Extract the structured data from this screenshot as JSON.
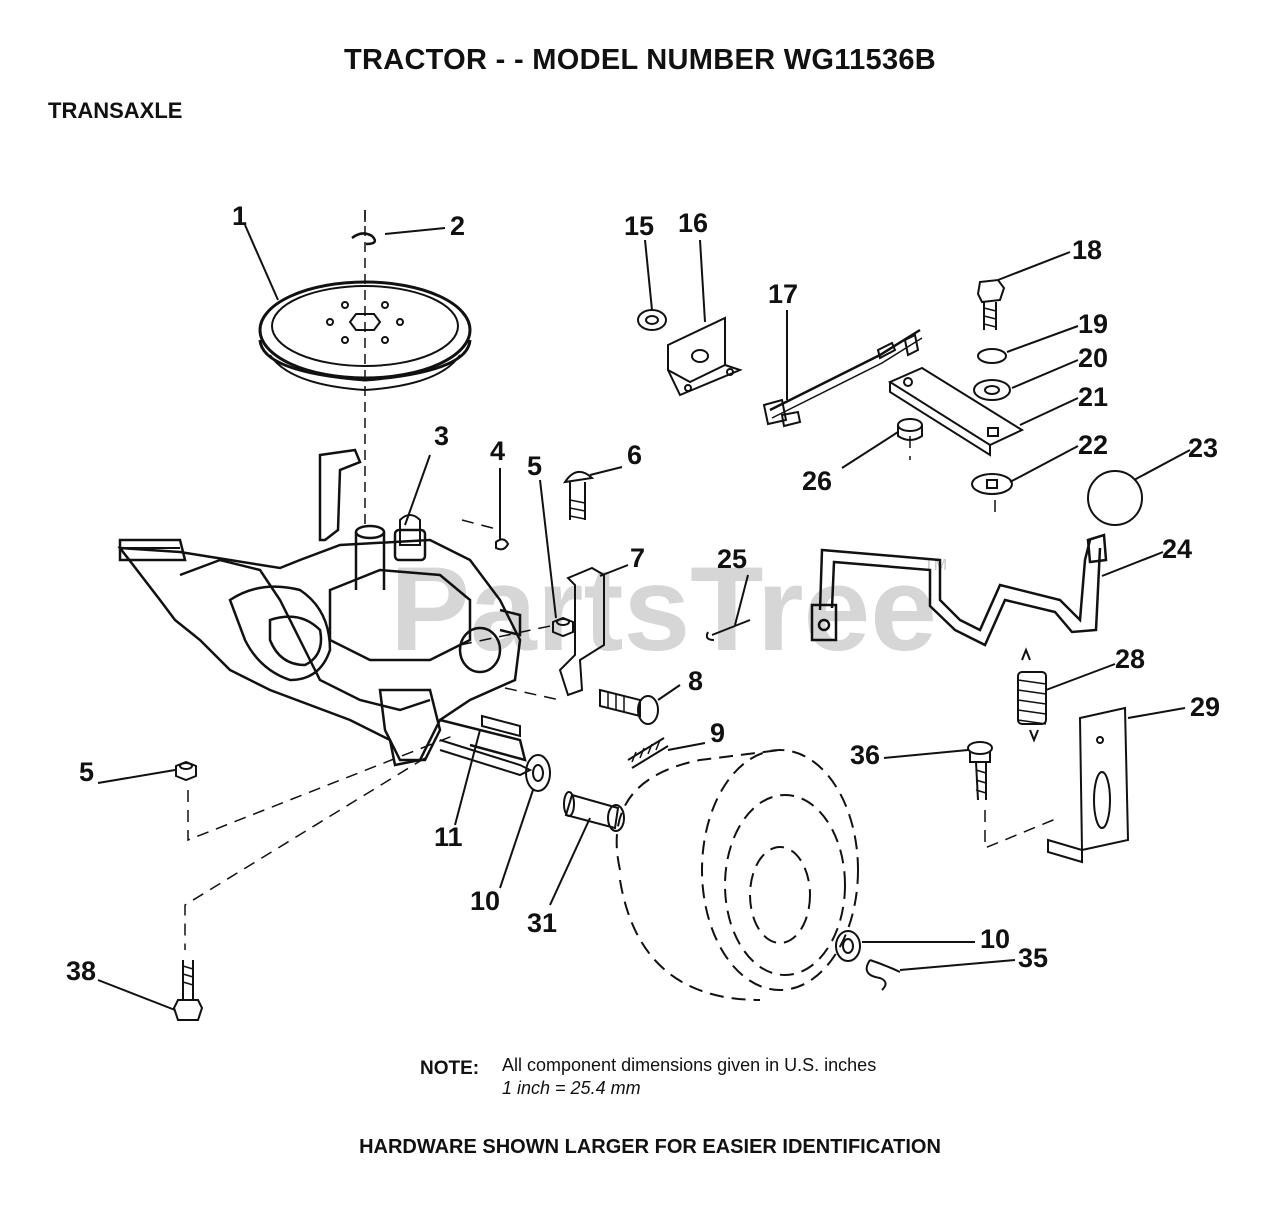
{
  "header": {
    "title": "TRACTOR - - MODEL NUMBER WG11536B",
    "section": "TRANSAXLE"
  },
  "watermark": {
    "text": "PartsTree",
    "tm": "TM"
  },
  "callouts": [
    "1",
    "2",
    "3",
    "4",
    "5",
    "6",
    "7",
    "8",
    "9",
    "10",
    "11",
    "15",
    "16",
    "17",
    "18",
    "19",
    "20",
    "21",
    "22",
    "23",
    "24",
    "25",
    "26",
    "28",
    "29",
    "31",
    "35",
    "36",
    "38"
  ],
  "note": {
    "label": "NOTE:",
    "line1": "All component dimensions given in U.S. inches",
    "line2": "1 inch = 25.4 mm"
  },
  "footer": "HARDWARE SHOWN LARGER FOR EASIER IDENTIFICATION"
}
